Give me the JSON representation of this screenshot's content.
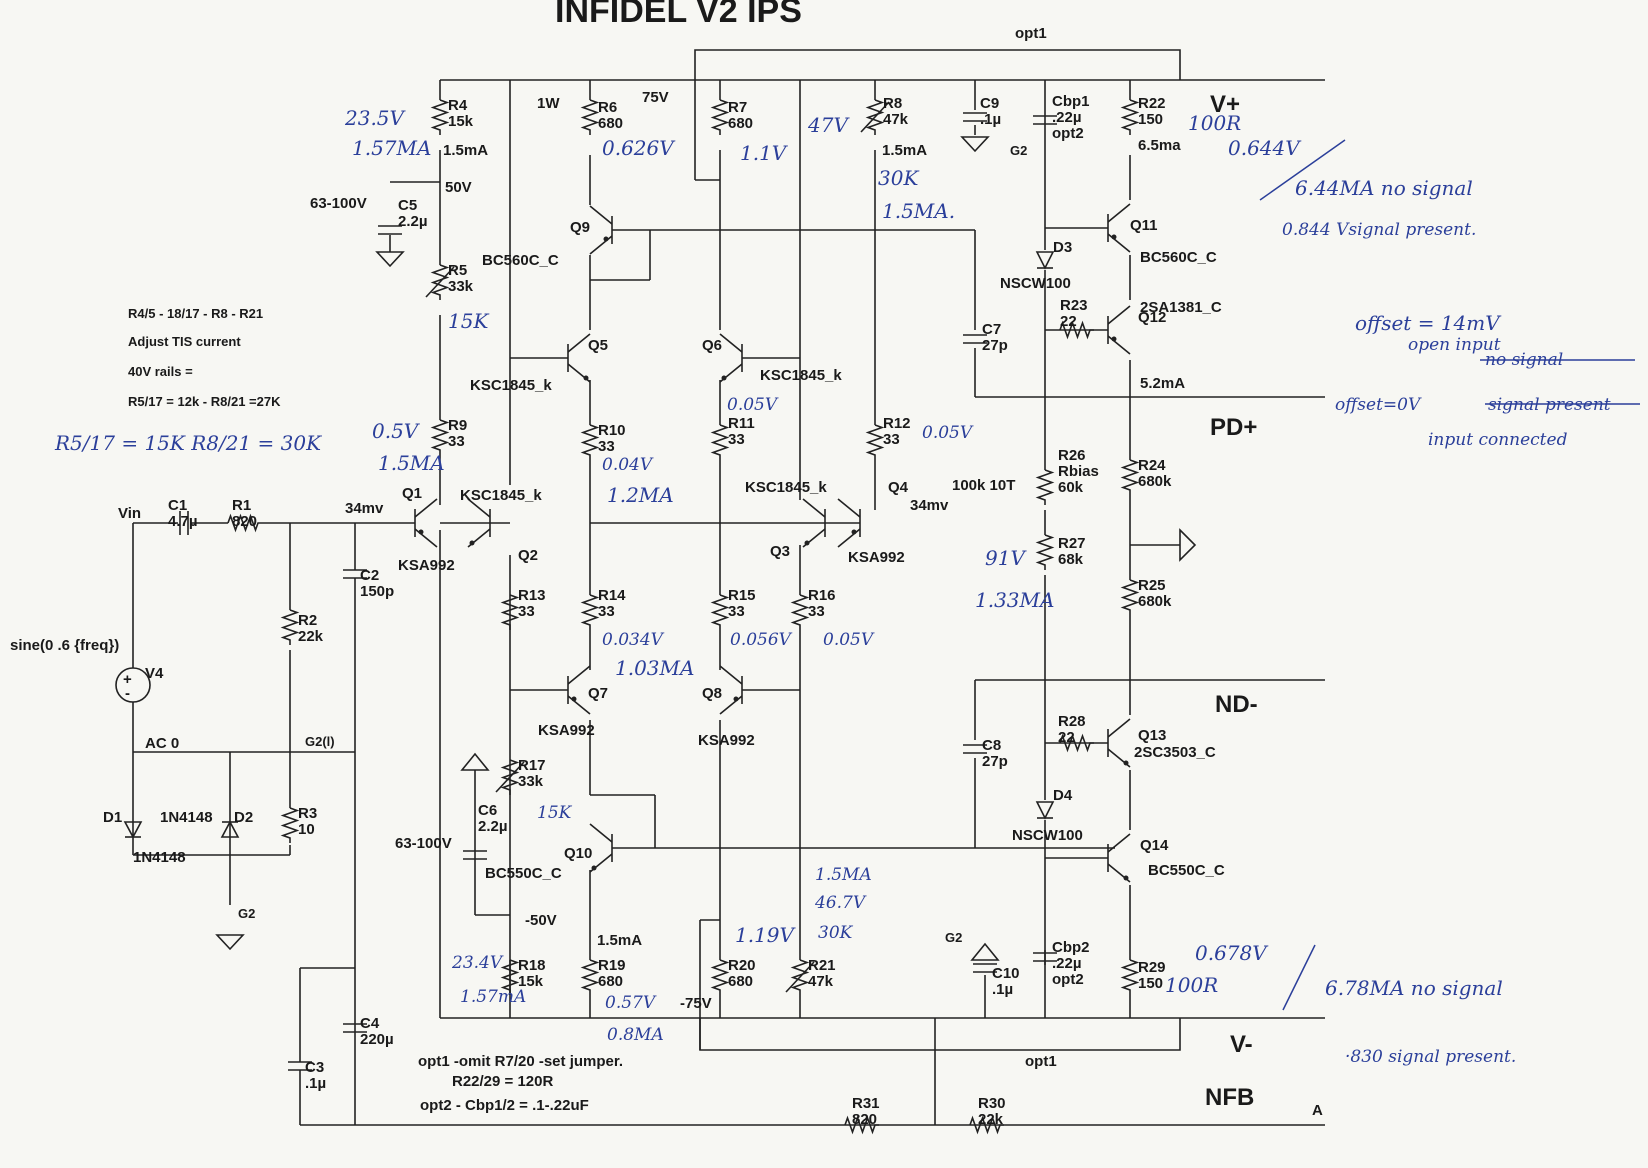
{
  "title": "INFIDEL V2 IPS",
  "rails": {
    "vplus": "V+",
    "vminus": "V-",
    "pdplus": "PD+",
    "ndminus": "ND-",
    "nfb": "NFB",
    "opt1_top": "opt1",
    "opt1_bot": "opt1",
    "corner": "A"
  },
  "parts": {
    "R4": [
      "R4",
      "15k"
    ],
    "R5": [
      "R5",
      "33k"
    ],
    "R6": [
      "R6",
      "680"
    ],
    "R7": [
      "R7",
      "680"
    ],
    "R8": [
      "R8",
      "47k"
    ],
    "R9": [
      "R9",
      "33"
    ],
    "R10": [
      "R10",
      "33"
    ],
    "R11": [
      "R11",
      "33"
    ],
    "R12": [
      "R12",
      "33"
    ],
    "R13": [
      "R13",
      "33"
    ],
    "R14": [
      "R14",
      "33"
    ],
    "R15": [
      "R15",
      "33"
    ],
    "R16": [
      "R16",
      "33"
    ],
    "R17": [
      "R17",
      "33k"
    ],
    "R18": [
      "R18",
      "15k"
    ],
    "R19": [
      "R19",
      "680"
    ],
    "R20": [
      "R20",
      "680"
    ],
    "R21": [
      "R21",
      "47k"
    ],
    "R22": [
      "R22",
      "150"
    ],
    "R23": [
      "R23",
      "22"
    ],
    "R24": [
      "R24",
      "680k"
    ],
    "R25": [
      "R25",
      "680k"
    ],
    "R26": [
      "R26",
      "Rbias",
      "60k"
    ],
    "R27": [
      "R27",
      "68k"
    ],
    "R28": [
      "R28",
      "22"
    ],
    "R29": [
      "R29",
      "150"
    ],
    "R1": [
      "R1",
      "820"
    ],
    "R2": [
      "R2",
      "22k"
    ],
    "R3": [
      "R3",
      "10"
    ],
    "R30": [
      "R30",
      "22k"
    ],
    "R31": [
      "R31",
      "820"
    ],
    "C1": [
      "C1",
      "4.7µ"
    ],
    "C2": [
      "C2",
      "150p"
    ],
    "C3": [
      "C3",
      ".1µ"
    ],
    "C4": [
      "C4",
      "220µ"
    ],
    "C5": [
      "C5",
      "2.2µ"
    ],
    "C6": [
      "C6",
      "2.2µ"
    ],
    "C7": [
      "C7",
      "27p"
    ],
    "C8": [
      "C8",
      "27p"
    ],
    "C9": [
      "C9",
      ".1µ"
    ],
    "C10": [
      "C10",
      ".1µ"
    ],
    "Cbp1": [
      "Cbp1",
      ".22µ",
      "opt2"
    ],
    "Cbp2": [
      "Cbp2",
      ".22µ",
      "opt2"
    ]
  },
  "transistors": {
    "Q1": [
      "Q1",
      "KSA992"
    ],
    "Q2": [
      "Q2",
      "KSC1845_k"
    ],
    "Q3": [
      "Q3",
      "KSC1845_k"
    ],
    "Q4": [
      "Q4",
      "KSA992"
    ],
    "Q5": [
      "Q5",
      "KSC1845_k"
    ],
    "Q6": [
      "Q6",
      "KSC1845_k"
    ],
    "Q7": [
      "Q7",
      "KSA992"
    ],
    "Q8": [
      "Q8",
      "KSA992"
    ],
    "Q9": [
      "Q9",
      "BC560C_C"
    ],
    "Q10": [
      "Q10",
      "BC550C_C"
    ],
    "Q11": [
      "Q11",
      "BC560C_C"
    ],
    "Q12": [
      "Q12",
      "2SA1381_C"
    ],
    "Q13": [
      "Q13",
      "2SC3503_C"
    ],
    "Q14": [
      "Q14",
      "BC550C_C"
    ]
  },
  "diodes": {
    "D1": [
      "D1",
      "1N4148"
    ],
    "D2": [
      "D2",
      "1N4148"
    ],
    "D3": [
      "D3",
      "NSCW100"
    ],
    "D4": [
      "D4",
      "NSCW100"
    ]
  },
  "printed": {
    "vin": "Vin",
    "v4": "V4",
    "sine": "sine(0 .6 {freq})",
    "ac0": "AC 0",
    "g2l": "G2(l)",
    "g2a": "G2",
    "g2b": "G2",
    "g2c": "G2",
    "w1": "1W",
    "v75": "75V",
    "v50": "50V",
    "vm50": "-50V",
    "vm75": "-75V",
    "v63a": "63-100V",
    "v63b": "63-100V",
    "ma15a": "1.5mA",
    "ma15b": "1.5mA",
    "ma15c": "1.5mA",
    "ma65": "6.5ma",
    "ma52": "5.2mA",
    "mv34a": "34mv",
    "mv34b": "34mv",
    "k100": "100k 10T",
    "note1": "R4/5 - 18/17 - R8 - R21",
    "note2": "Adjust TIS current",
    "note3": "40V rails =",
    "note4": "R5/17 = 12k - R8/21 =27K",
    "note5": "opt1 -omit R7/20 -set jumper.",
    "note6": "R22/29 = 120R",
    "note7": "opt2 - Cbp1/2 = .1-.22uF"
  },
  "handwritten": {
    "h1": "23.5V",
    "h2": "1.57MA",
    "h3": "0.626V",
    "h4": "1.1V",
    "h5": "47V",
    "h6": "30K",
    "h7": "1.5MA.",
    "h8": "100R",
    "h9": "0.644V",
    "h10": "6.44MA no signal",
    "h11": "0.844 Vsignal present.",
    "h12": "15K",
    "h13": "offset = 14mV",
    "h14": "open input",
    "h15": "no signal",
    "h16": "offset=0V",
    "h17": "signal present",
    "h18": "input connected",
    "h19": "R5/17 = 15K   R8/21 = 30K",
    "h20": "0.5V",
    "h21": "1.5MA",
    "h22": "0.05V",
    "h23": "0.04V",
    "h24": "1.2MA",
    "h25": "0.05V",
    "h26": "91V",
    "h27": "1.33MA",
    "h28": "0.034V",
    "h29": "1.03MA",
    "h30": "0.056V",
    "h31": "0.05V",
    "h32": "15K",
    "h33": "1.5MA",
    "h34": "46.7V",
    "h35": "30K",
    "h36": "1.19V",
    "h37": "23.4V",
    "h38": "1.57mA",
    "h39": "0.57V",
    "h40": "0.8MA",
    "h41": "0.678V",
    "h42": "100R",
    "h43": "6.78MA no signal",
    "h44": "·830 signal present."
  }
}
